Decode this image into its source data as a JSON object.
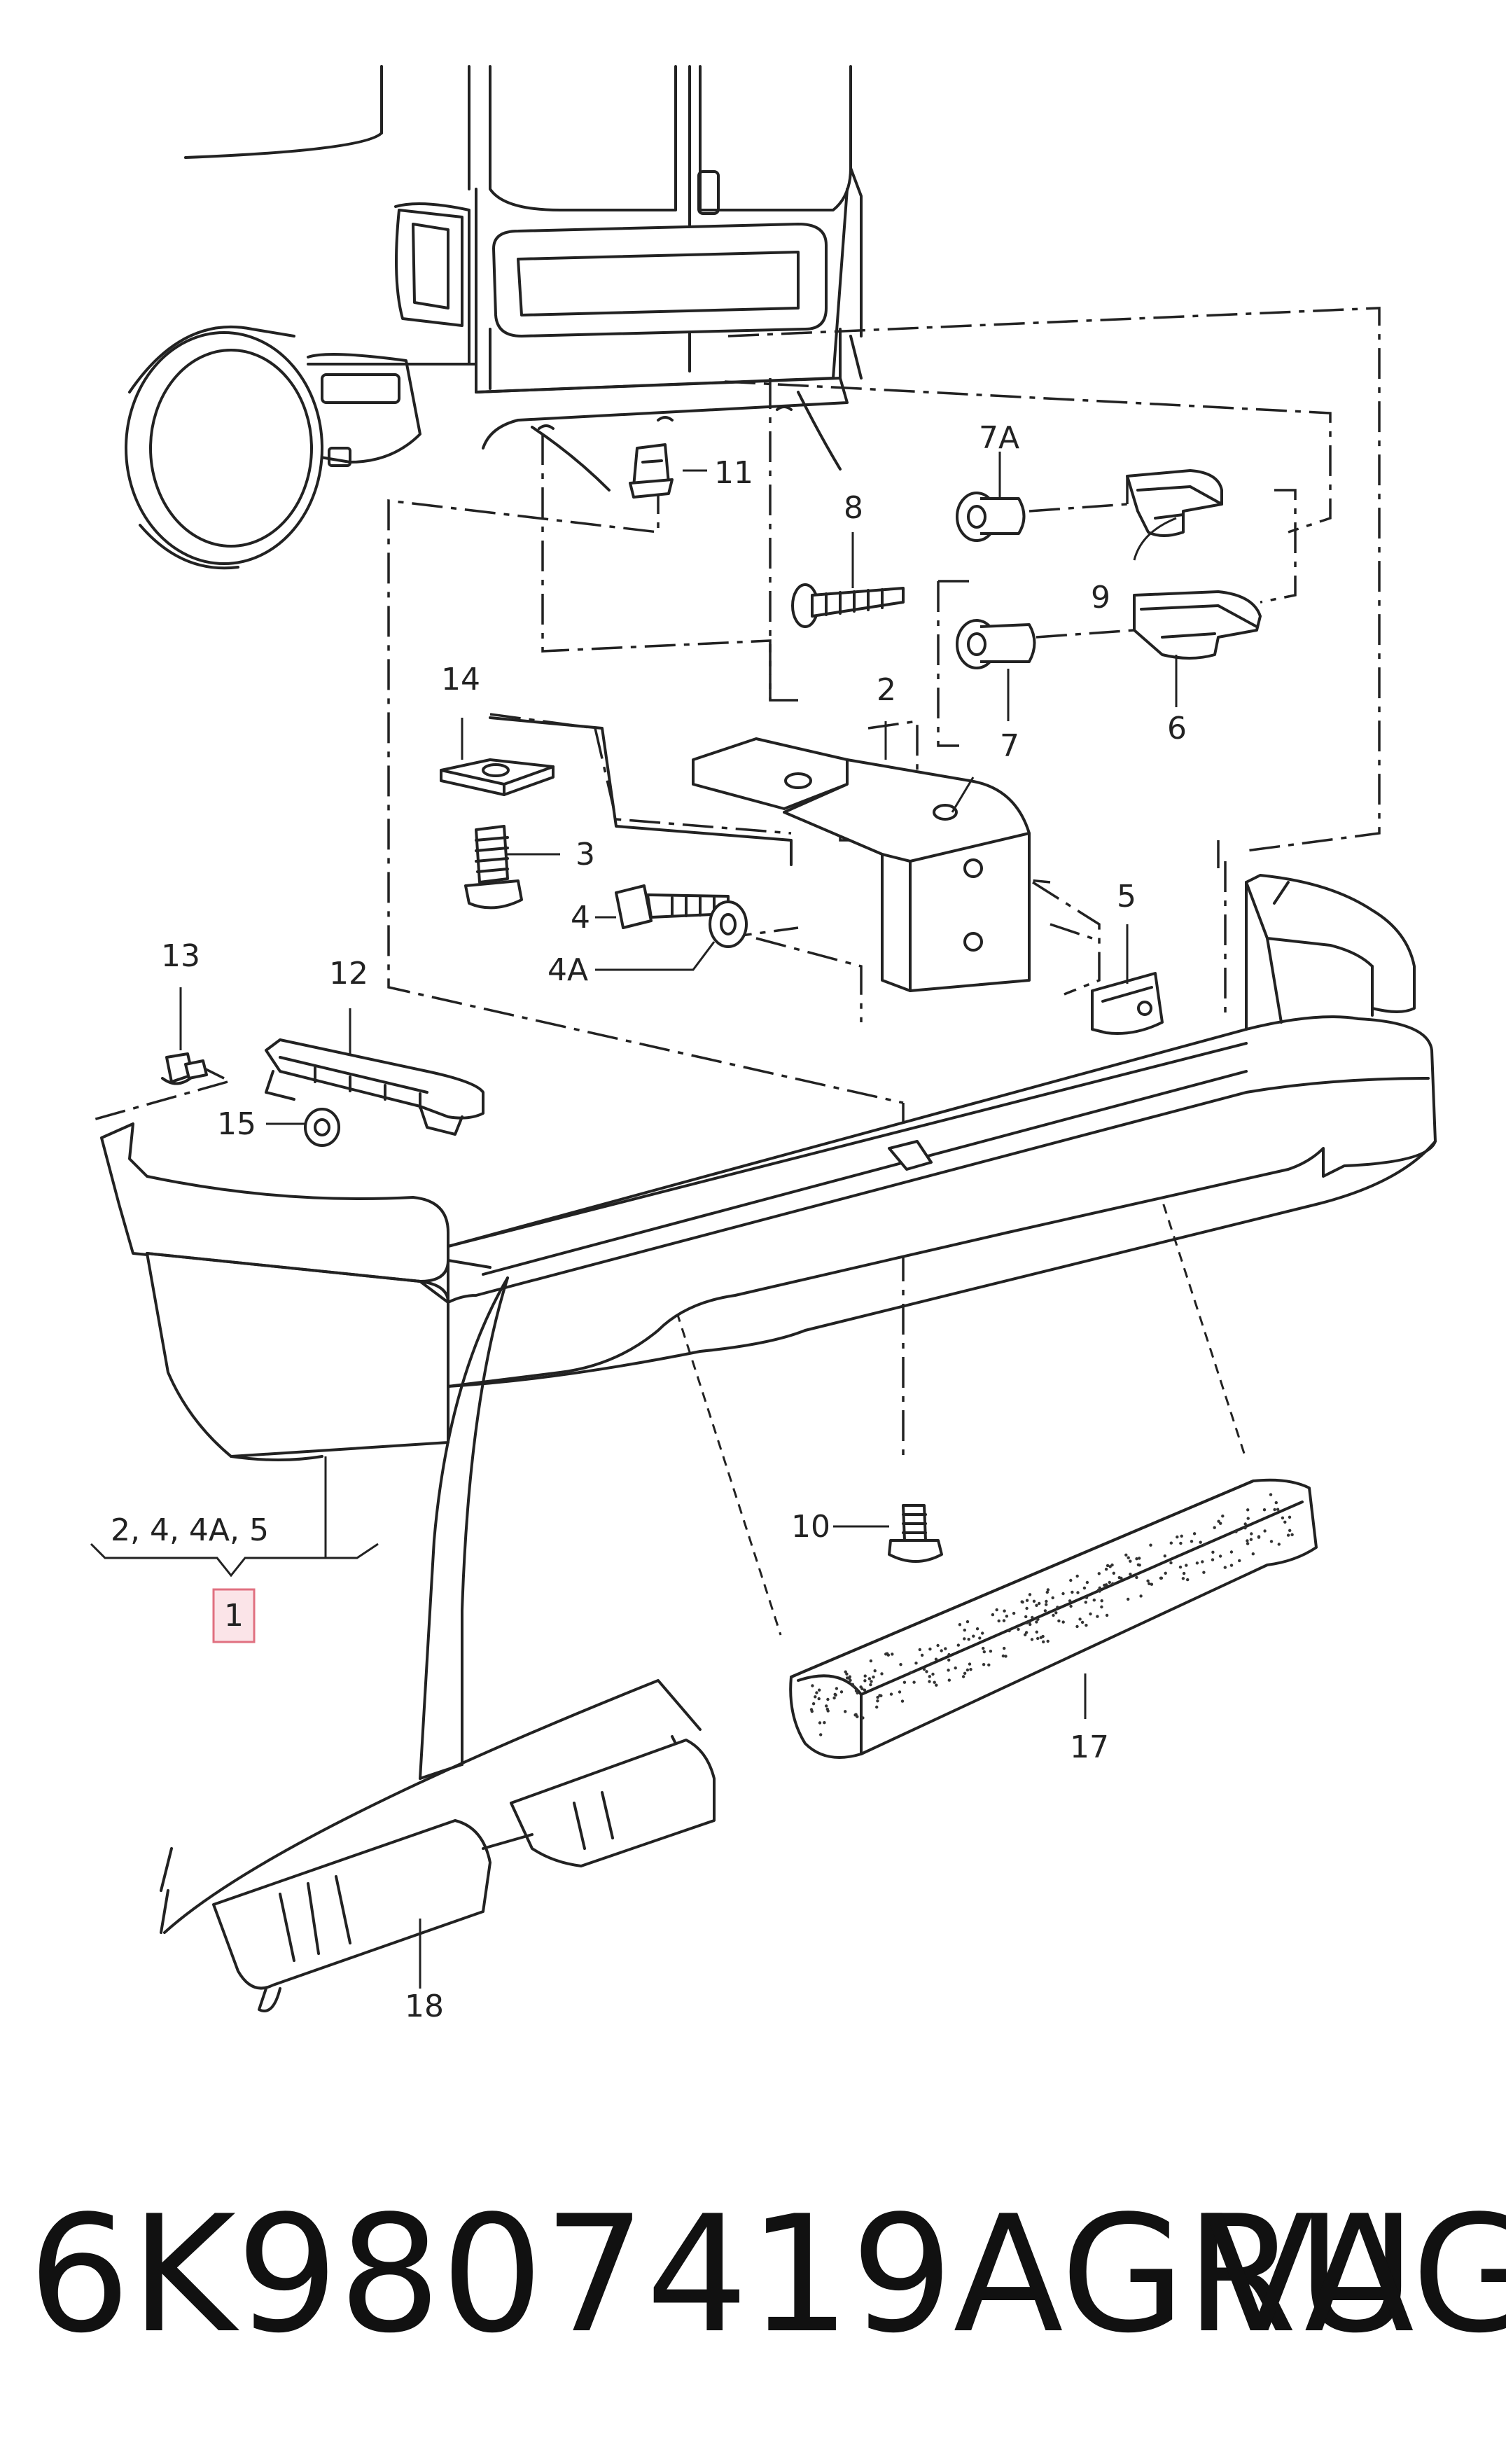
{
  "labels": {
    "l1": "1",
    "l2": "2",
    "l3": "3",
    "l4": "4",
    "l4a": "4A",
    "l5": "5",
    "l6": "6",
    "l7": "7",
    "l7a": "7A",
    "l8": "8",
    "l9": "9",
    "l10": "10",
    "l11": "11",
    "l12": "12",
    "l13": "13",
    "l14": "14",
    "l15": "15",
    "l17": "17",
    "l18": "18",
    "l_group": "2, 4, 4A, 5"
  },
  "part_number": "6K9807419AGRU",
  "brand": "VAG",
  "colors": {
    "highlight_border": "#e07080",
    "highlight_fill": "#fbe4e8"
  }
}
